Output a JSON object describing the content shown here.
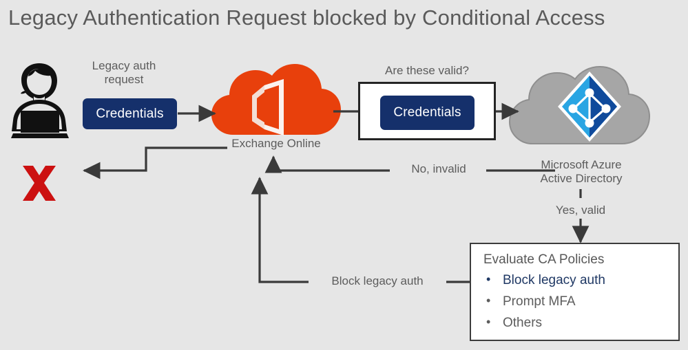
{
  "page": {
    "title": "Legacy Authentication Request blocked by Conditional Access",
    "background_color": "#e6e6e6"
  },
  "actor": {
    "icon_name": "person-at-laptop-icon",
    "request_label_line1": "Legacy auth",
    "request_label_line2": "request",
    "credentials_label": "Credentials",
    "credentials_color": "#15306b",
    "blocked_icon_name": "red-x-icon",
    "blocked_icon_color": "#cc1111"
  },
  "exchange": {
    "cloud_label": "Exchange Online",
    "cloud_color": "#e8400c",
    "logo_icon_name": "office-365-icon"
  },
  "validation": {
    "question_label": "Are these valid?",
    "credentials_label": "Credentials",
    "box_border_color": "#242424",
    "box_fill_color": "#ffffff"
  },
  "azuread": {
    "cloud_label_line1": "Microsoft Azure",
    "cloud_label_line2": "Active Directory",
    "cloud_color": "#a6a6a6",
    "logo_icon_name": "azure-active-directory-icon",
    "logo_light_color": "#29a5e3",
    "logo_dark_color": "#0f4a9c"
  },
  "connectors": {
    "invalid_label": "No, invalid",
    "valid_label": "Yes, valid",
    "block_label": "Block legacy auth",
    "line_color": "#3a3a3a"
  },
  "ca_policies": {
    "title": "Evaluate CA Policies",
    "items": [
      {
        "label": "Block legacy auth",
        "highlight": true
      },
      {
        "label": "Prompt MFA",
        "highlight": false
      },
      {
        "label": "Others",
        "highlight": false
      }
    ],
    "highlight_color": "#1f3864"
  }
}
